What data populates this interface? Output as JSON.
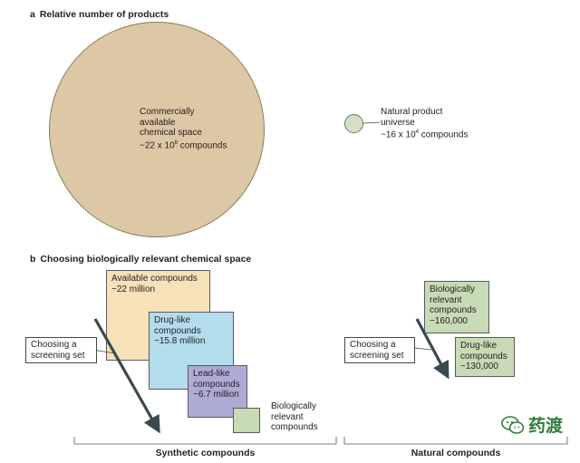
{
  "panel_a": {
    "letter": "a",
    "title": "Relative number of products",
    "commercial": {
      "lines": [
        "Commercially",
        "available",
        "chemical space"
      ],
      "count_prefix": "~22 x 10",
      "count_exp": "6",
      "count_suffix": " compounds"
    },
    "natural": {
      "lines": [
        "Natural product",
        "universe"
      ],
      "count_prefix": "~16 x 10",
      "count_exp": "4",
      "count_suffix": " compounds"
    }
  },
  "panel_b": {
    "letter": "b",
    "title": "Choosing biologically relevant chemical space",
    "synthetic": {
      "available": {
        "title": "Available compounds",
        "value": "~22 million"
      },
      "drug_like": {
        "lines": [
          "Drug-like",
          "compounds"
        ],
        "value": "~15.8 million"
      },
      "lead_like": {
        "lines": [
          "Lead-like",
          "compounds"
        ],
        "value": "~6.7 million"
      },
      "bio_relevant": {
        "lines": [
          "Biologically",
          "relevant",
          "compounds"
        ]
      },
      "screening_callout": [
        "Choosing a",
        "screening set"
      ],
      "section_label": "Synthetic compounds"
    },
    "natural": {
      "bio_relevant": {
        "lines": [
          "Biologically",
          "relevant",
          "compounds"
        ],
        "value": "~160,000"
      },
      "drug_like": {
        "lines": [
          "Drug-like",
          "compounds"
        ],
        "value": "~130,000"
      },
      "screening_callout": [
        "Choosing a",
        "screening set"
      ],
      "section_label": "Natural compounds"
    }
  },
  "watermark": "药渡",
  "colors": {
    "big_circle": "#dcc8a4",
    "small_circle": "#d4e0c4",
    "available_box": "#f6e1b8",
    "drug_like_box": "#b3dcec",
    "lead_like_box": "#aeaad6",
    "bio_box": "#c7dbb6",
    "arrow": "#3a4a4f"
  }
}
